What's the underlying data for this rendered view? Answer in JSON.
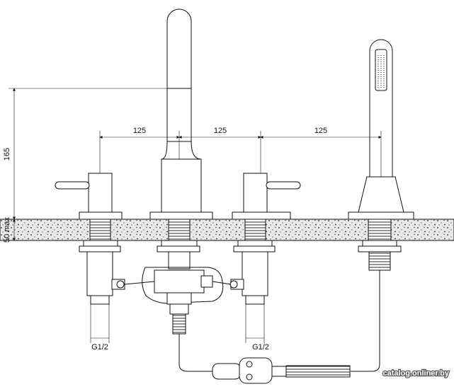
{
  "dimensions": {
    "spacing_1": "125",
    "spacing_2": "125",
    "spacing_3": "125",
    "height": "165",
    "deck_thickness": "50 max",
    "thread_left": "G1/2",
    "thread_right": "G1/2"
  },
  "watermark": "catalog.onliner.by"
}
